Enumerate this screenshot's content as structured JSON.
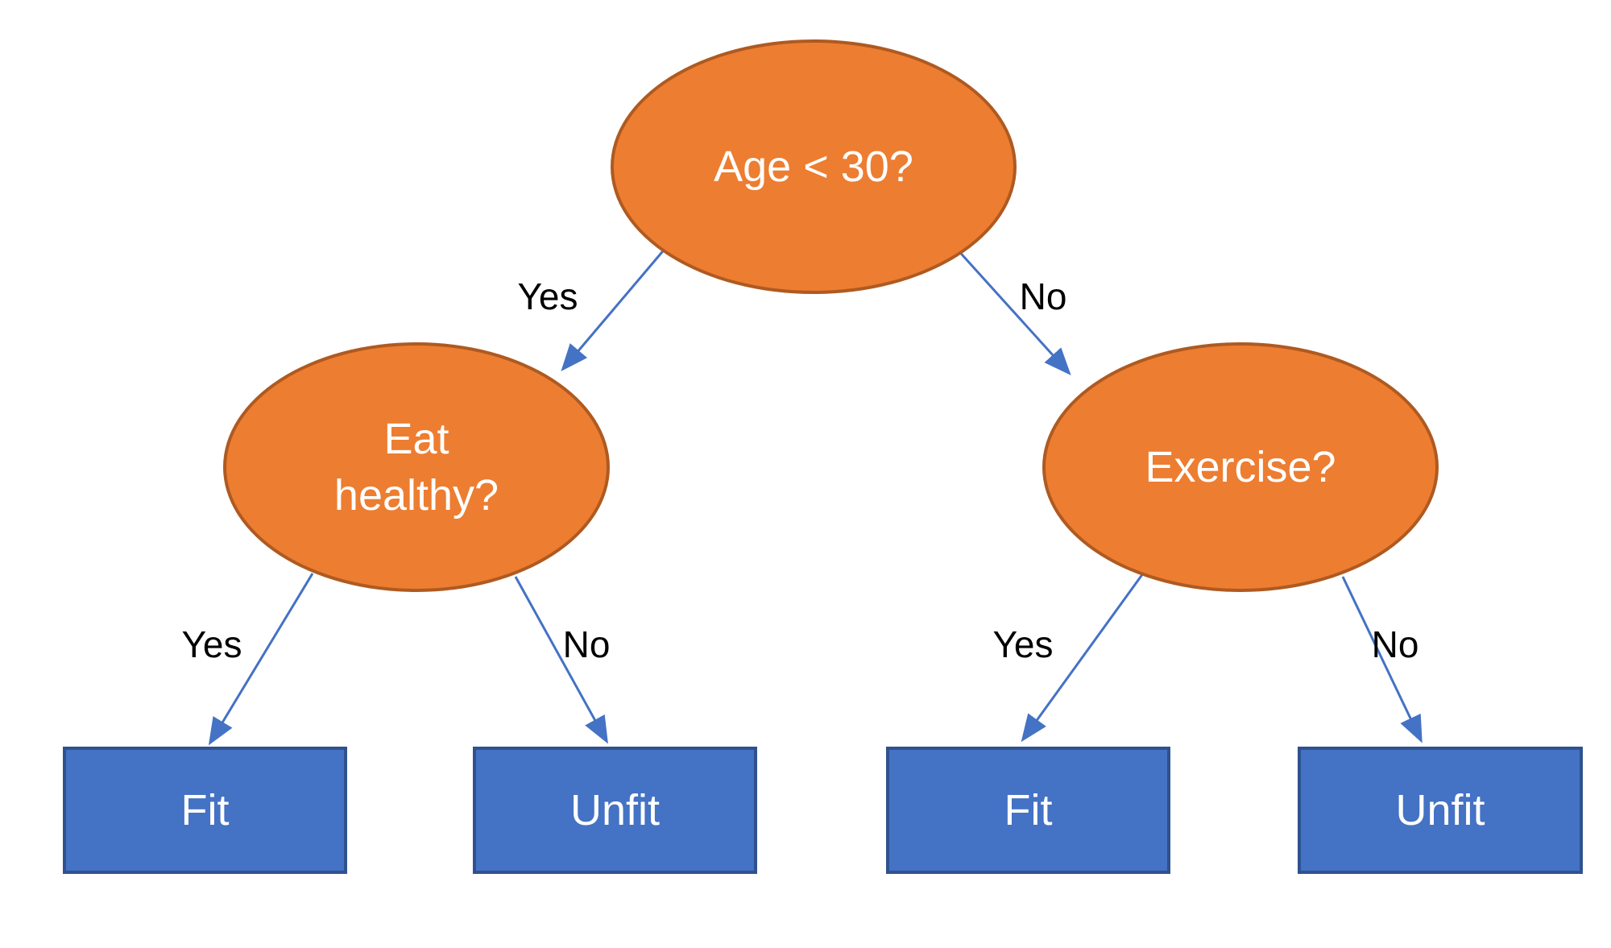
{
  "diagram": {
    "type": "decision-tree",
    "nodes": [
      {
        "id": "age",
        "shape": "ellipse",
        "label": "Age < 30?"
      },
      {
        "id": "eat-healthy",
        "shape": "ellipse",
        "label": "Eat healthy?"
      },
      {
        "id": "exercise",
        "shape": "ellipse",
        "label": "Exercise?"
      }
    ],
    "leaves": [
      {
        "id": "fit-left",
        "shape": "rectangle",
        "label": "Fit"
      },
      {
        "id": "unfit-left",
        "shape": "rectangle",
        "label": "Unfit"
      },
      {
        "id": "fit-right",
        "shape": "rectangle",
        "label": "Fit"
      },
      {
        "id": "unfit-right",
        "shape": "rectangle",
        "label": "Unfit"
      }
    ],
    "edges": [
      {
        "from": "age",
        "to": "eat-healthy",
        "label": "Yes"
      },
      {
        "from": "age",
        "to": "exercise",
        "label": "No"
      },
      {
        "from": "eat-healthy",
        "to": "fit-left",
        "label": "Yes"
      },
      {
        "from": "eat-healthy",
        "to": "unfit-left",
        "label": "No"
      },
      {
        "from": "exercise",
        "to": "fit-right",
        "label": "Yes"
      },
      {
        "from": "exercise",
        "to": "unfit-right",
        "label": "No"
      }
    ],
    "colors": {
      "node_fill": "#ED7D31",
      "node_border": "#AE5A21",
      "leaf_fill": "#4472C4",
      "leaf_border": "#2F528F",
      "arrow": "#4472C4",
      "node_text": "#FFFFFF",
      "label_text": "#000000",
      "bg": "#FFFFFF"
    }
  }
}
